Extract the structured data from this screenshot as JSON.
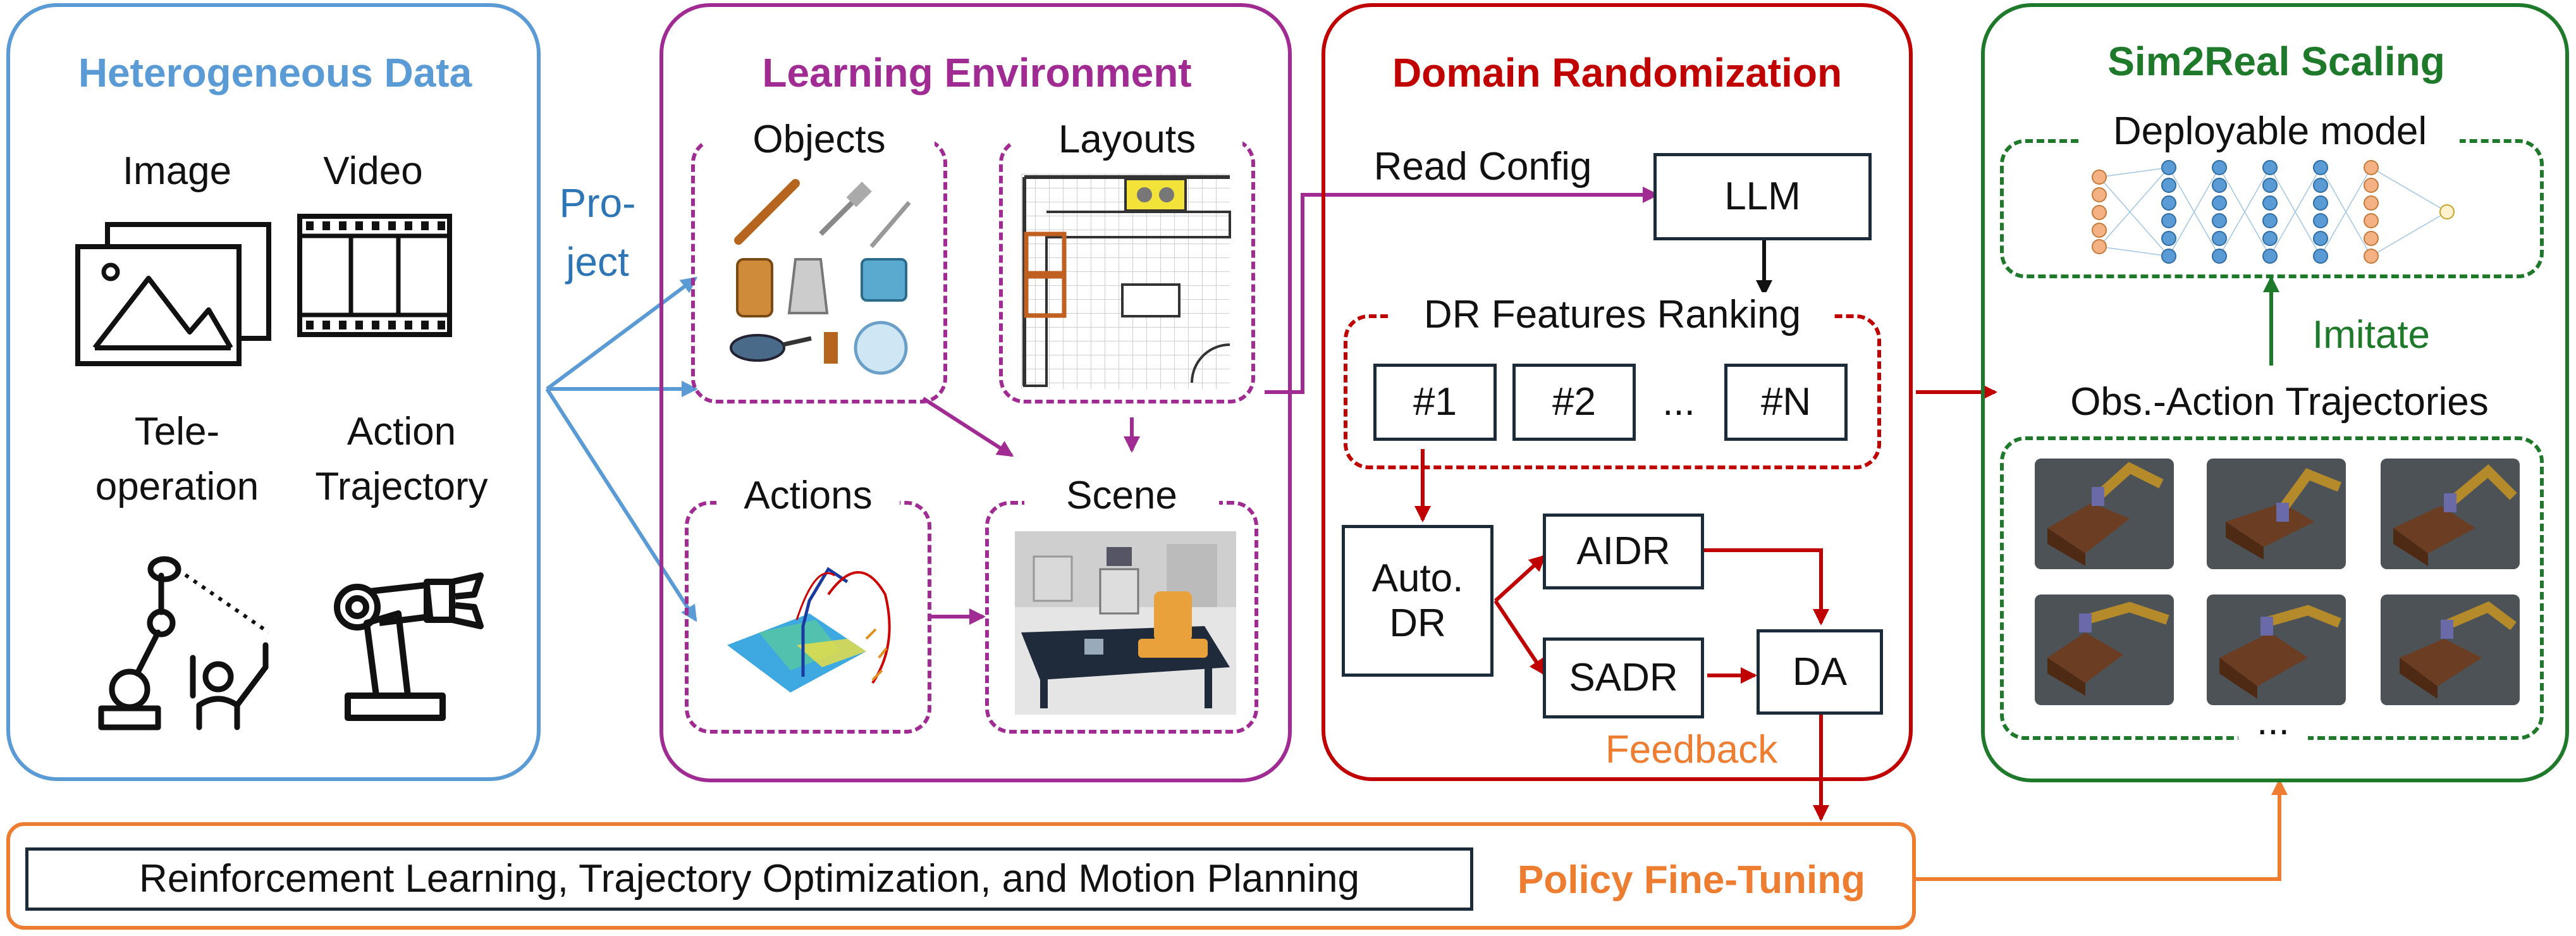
{
  "colors": {
    "blue": "#5b9bd5",
    "purple": "#a02b93",
    "red": "#c00000",
    "green": "#1e7a2a",
    "orange": "#ed7d31",
    "navy": "#1c2b39"
  },
  "heterogeneous": {
    "title": "Heterogeneous Data",
    "image_label": "Image",
    "video_label": "Video",
    "teleop_label": "Tele-\noperation",
    "action_traj_label": "Action\nTrajectory"
  },
  "project_label": "Pro-\nject",
  "learning_env": {
    "title": "Learning Environment",
    "objects_label": "Objects",
    "layouts_label": "Layouts",
    "actions_label": "Actions",
    "scene_label": "Scene"
  },
  "domain_rand": {
    "title": "Domain Randomization",
    "read_config": "Read Config",
    "llm": "LLM",
    "ranking_title": "DR Features Ranking",
    "rank_1": "#1",
    "rank_2": "#2",
    "rank_ellipsis": "...",
    "rank_n": "#N",
    "auto_dr": "Auto.\nDR",
    "aidr": "AIDR",
    "sadr": "SADR",
    "da": "DA",
    "feedback": "Feedback"
  },
  "sim2real": {
    "title": "Sim2Real Scaling",
    "deployable": "Deployable model",
    "imitate": "Imitate",
    "trajectories_title": "Obs.-Action Trajectories",
    "ellipsis": "..."
  },
  "bottom": {
    "methods": "Reinforcement Learning, Trajectory Optimization, and Motion Planning",
    "policy": "Policy Fine-Tuning"
  }
}
